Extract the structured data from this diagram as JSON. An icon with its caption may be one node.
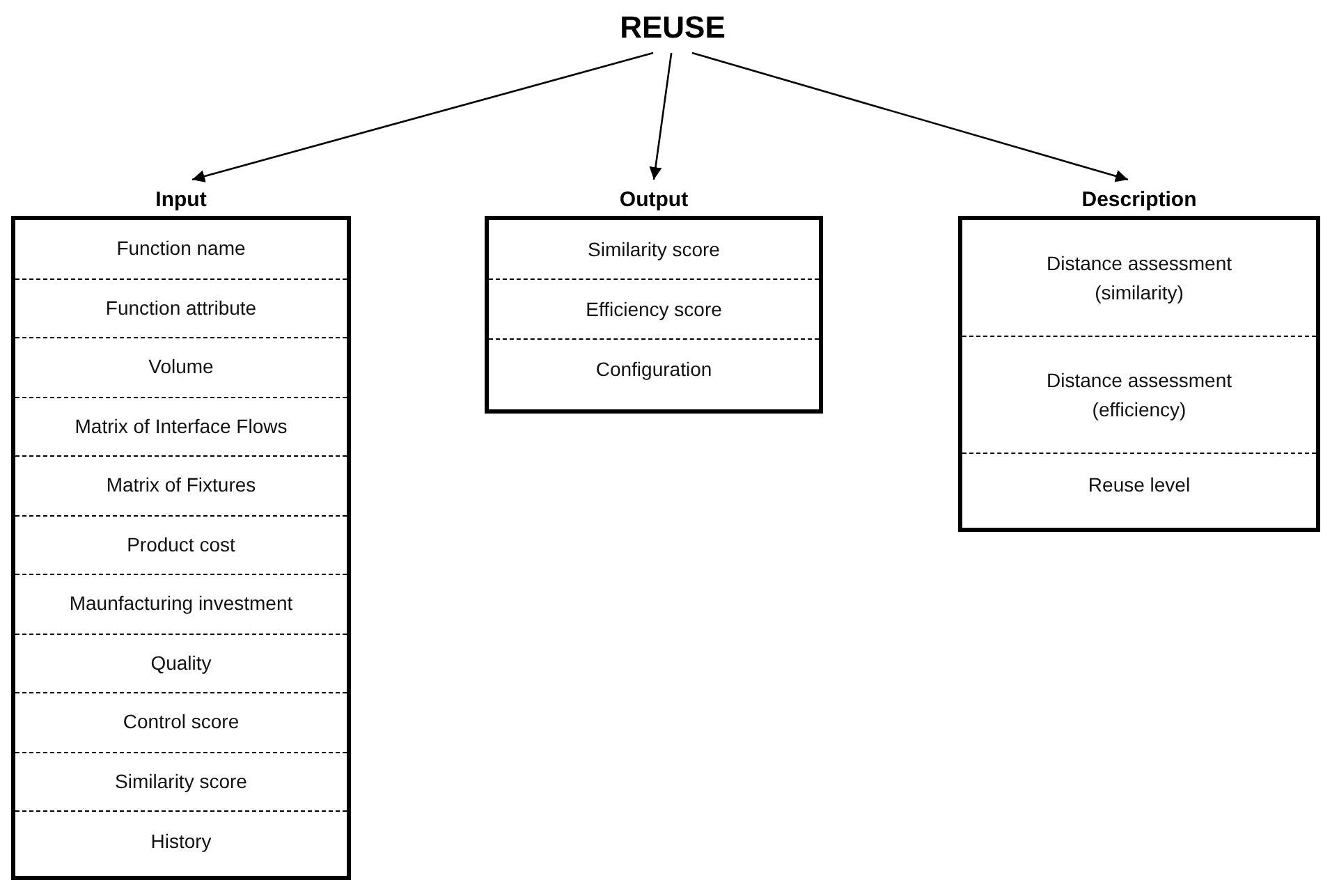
{
  "diagram": {
    "nodes": [
      {
        "text": [
          "REUSE"
        ]
      },
      {
        "text": [
          "Input"
        ]
      },
      {
        "text": [
          "Function name"
        ],
        "in": 1
      },
      {
        "text": [
          "Function attribute"
        ],
        "in": 1
      },
      {
        "text": [
          "Volume"
        ],
        "in": 1
      },
      {
        "text": [
          "Matrix of Interface Flows"
        ],
        "in": 1
      },
      {
        "text": [
          "Matrix of Fixtures"
        ],
        "in": 1
      },
      {
        "text": [
          "Product cost"
        ],
        "in": 1
      },
      {
        "text": [
          "Maunfacturing investment"
        ],
        "in": 1
      },
      {
        "text": [
          "Quality"
        ],
        "in": 1
      },
      {
        "text": [
          "Control score"
        ],
        "in": 1
      },
      {
        "text": [
          "Similarity score"
        ],
        "in": 1
      },
      {
        "text": [
          "History"
        ],
        "in": 1
      },
      {
        "text": [
          "Output"
        ]
      },
      {
        "text": [
          "Similarity score"
        ],
        "in": 13
      },
      {
        "text": [
          "Efficiency score"
        ],
        "in": 13
      },
      {
        "text": [
          "Configuration"
        ],
        "in": 13
      },
      {
        "text": [
          "Description"
        ]
      },
      {
        "text": [
          "Distance assessment (similarity)"
        ],
        "in": 17
      },
      {
        "text": [
          "Distance assessment (efficiency)"
        ],
        "in": 17
      },
      {
        "text": [
          "Reuse level"
        ],
        "in": 17
      }
    ],
    "edges": [
      {
        "from": 0,
        "to": 1,
        "arrow": "to"
      },
      {
        "from": 0,
        "to": 13,
        "arrow": "to"
      },
      {
        "from": 0,
        "to": 17,
        "arrow": "to"
      }
    ]
  }
}
